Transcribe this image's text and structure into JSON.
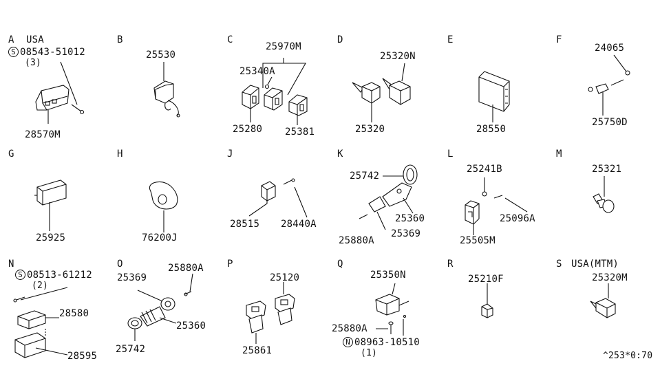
{
  "footer_code": "^253*0:70",
  "sections": [
    {
      "letter": "A",
      "title": "USA",
      "parts": [
        "28570M"
      ],
      "note": {
        "symbol": "S",
        "number": "08543-51012",
        "qty": "(3)"
      }
    },
    {
      "letter": "B",
      "parts": [
        "25530"
      ]
    },
    {
      "letter": "C",
      "parts": [
        "25970M",
        "25340A",
        "25280",
        "25381"
      ]
    },
    {
      "letter": "D",
      "parts": [
        "25320N",
        "25320"
      ]
    },
    {
      "letter": "E",
      "parts": [
        "28550"
      ]
    },
    {
      "letter": "F",
      "parts": [
        "24065",
        "25750D"
      ]
    },
    {
      "letter": "G",
      "parts": [
        "25925"
      ]
    },
    {
      "letter": "H",
      "parts": [
        "76200J"
      ]
    },
    {
      "letter": "J",
      "parts": [
        "28515",
        "28440A"
      ]
    },
    {
      "letter": "K",
      "parts": [
        "25742",
        "25360",
        "25880A",
        "25369"
      ]
    },
    {
      "letter": "L",
      "parts": [
        "25241B",
        "25096A",
        "25505M"
      ]
    },
    {
      "letter": "M",
      "parts": [
        "25321"
      ]
    },
    {
      "letter": "N",
      "parts": [
        "28580",
        "28595"
      ],
      "note": {
        "symbol": "S",
        "number": "08513-61212",
        "qty": "(2)"
      }
    },
    {
      "letter": "O",
      "parts": [
        "25369",
        "25880A",
        "25360",
        "25742"
      ]
    },
    {
      "letter": "P",
      "parts": [
        "25120",
        "25861"
      ]
    },
    {
      "letter": "Q",
      "parts": [
        "25350N",
        "25880A"
      ],
      "note": {
        "symbol": "N",
        "number": "08963-10510",
        "qty": "(1)"
      }
    },
    {
      "letter": "R",
      "parts": [
        "25210F"
      ]
    },
    {
      "letter": "S",
      "title": "USA(MTM)",
      "parts": [
        "25320M"
      ]
    }
  ]
}
